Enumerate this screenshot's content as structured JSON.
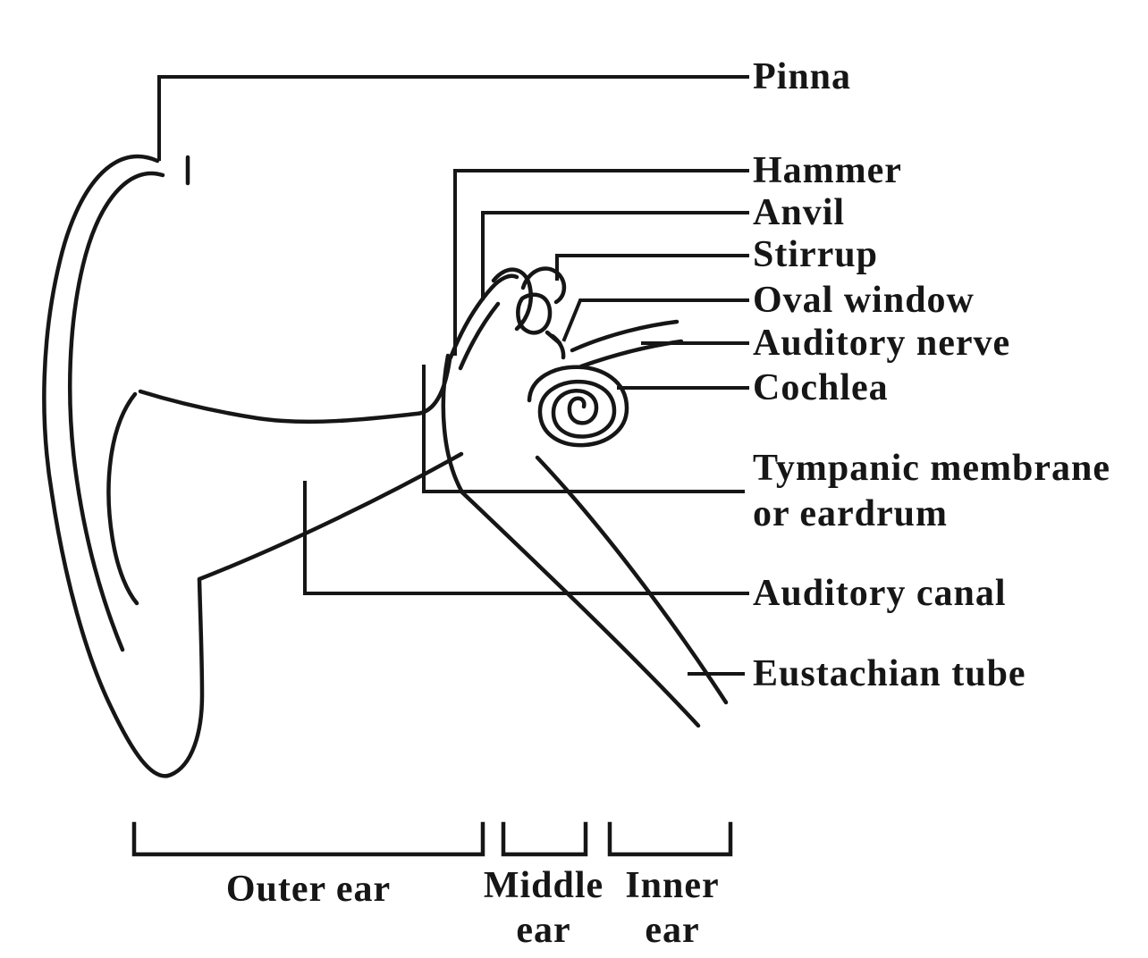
{
  "diagram": {
    "subject": "Human ear anatomy diagram",
    "part_labels": [
      {
        "id": "pinna",
        "text": "Pinna"
      },
      {
        "id": "hammer",
        "text": "Hammer"
      },
      {
        "id": "anvil",
        "text": "Anvil"
      },
      {
        "id": "stirrup",
        "text": "Stirrup"
      },
      {
        "id": "oval-window",
        "text": "Oval window"
      },
      {
        "id": "auditory-nerve",
        "text": "Auditory nerve"
      },
      {
        "id": "cochlea",
        "text": "Cochlea"
      },
      {
        "id": "tympanic-membrane",
        "text": "Tympanic membrane",
        "text2": "or eardrum"
      },
      {
        "id": "auditory-canal",
        "text": "Auditory canal"
      },
      {
        "id": "eustachian-tube",
        "text": "Eustachian tube"
      }
    ],
    "region_labels": [
      {
        "id": "outer-ear",
        "line1": "Outer ear",
        "line2": ""
      },
      {
        "id": "middle-ear",
        "line1": "Middle",
        "line2": "ear"
      },
      {
        "id": "inner-ear",
        "line1": "Inner",
        "line2": "ear"
      }
    ],
    "colors": {
      "line": "#161616",
      "background": "#ffffff"
    }
  }
}
